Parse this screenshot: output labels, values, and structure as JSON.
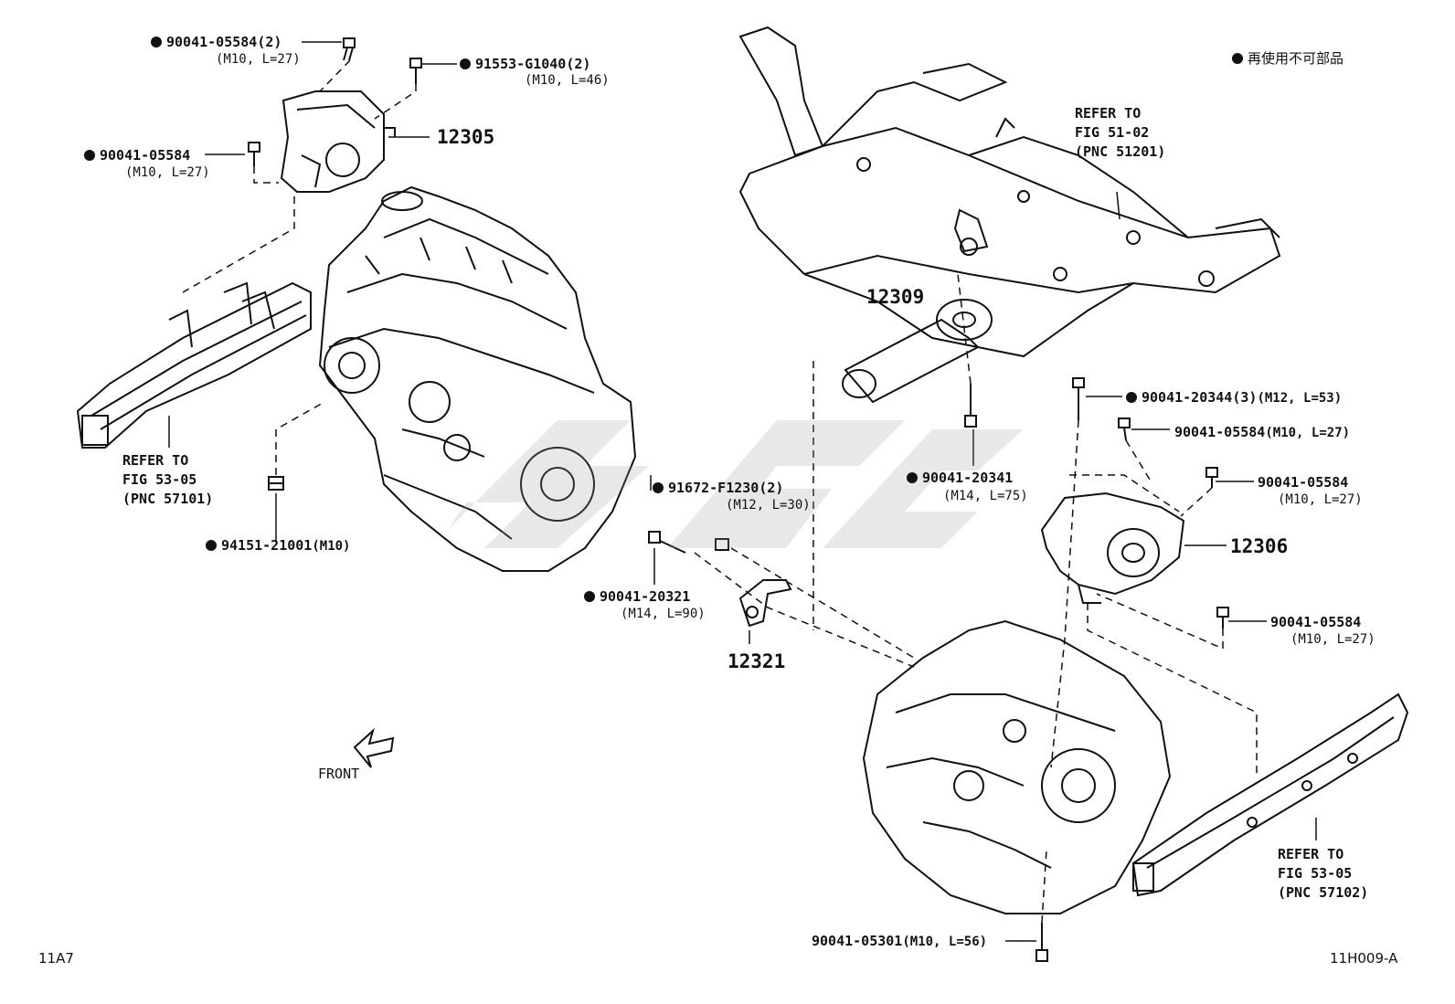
{
  "legend": {
    "text": "再使用不可部品"
  },
  "footer": {
    "left_code": "11A7",
    "right_code": "11H009-A"
  },
  "front_label": "FRONT",
  "parts": {
    "p1": {
      "num": "90041-05584(2)",
      "spec": "(M10, L=27)"
    },
    "p2": {
      "num": "91553-G1040(2)",
      "spec": "(M10, L=46)"
    },
    "p3": {
      "num": "90041-05584",
      "spec": "(M10, L=27)"
    },
    "p4": {
      "num": "12305"
    },
    "p5": {
      "num": "94151-21001",
      "spec": "(M10)"
    },
    "p6": {
      "num": "12309"
    },
    "p7": {
      "num": "90041-20341",
      "spec": "(M14, L=75)"
    },
    "p8": {
      "num": "91672-F1230(2)",
      "spec": "(M12, L=30)"
    },
    "p9": {
      "num": "90041-20321",
      "spec": "(M14, L=90)"
    },
    "p10": {
      "num": "12321"
    },
    "p11": {
      "num": "90041-20344(3)",
      "spec": "(M12, L=53)"
    },
    "p12": {
      "num": "90041-05584",
      "spec": "(M10, L=27)"
    },
    "p13": {
      "num": "90041-05584",
      "spec": "(M10, L=27)"
    },
    "p14": {
      "num": "12306"
    },
    "p15": {
      "num": "90041-05584",
      "spec": "(M10, L=27)"
    },
    "p16": {
      "num": "90041-05301",
      "spec": "(M10, L=56)"
    }
  },
  "refs": {
    "r1": "REFER TO\nFIG 53-05\n(PNC 57101)",
    "r2": "REFER TO\nFIG 51-02\n(PNC 51201)",
    "r3": "REFER TO\nFIG 53-05\n(PNC 57102)"
  },
  "colors": {
    "ink": "#111111",
    "watermark": "#9a9a9a",
    "background": "#ffffff"
  }
}
